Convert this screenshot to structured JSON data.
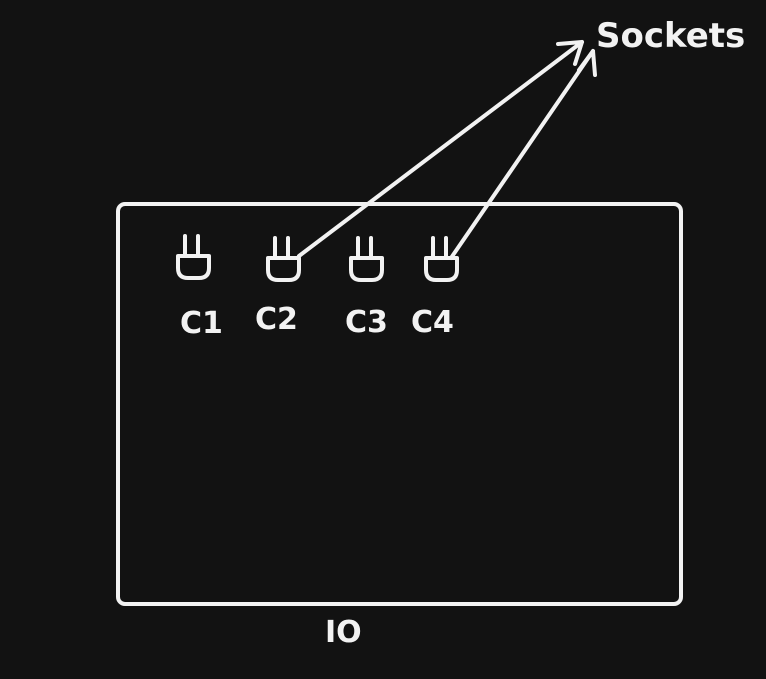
{
  "diagram": {
    "title_label": "Sockets",
    "container_label": "IO",
    "connectors": [
      {
        "label": "C1",
        "linked_to_sockets": false
      },
      {
        "label": "C2",
        "linked_to_sockets": true
      },
      {
        "label": "C3",
        "linked_to_sockets": false
      },
      {
        "label": "C4",
        "linked_to_sockets": true
      }
    ],
    "colors": {
      "background": "#121212",
      "stroke": "#f2f2f2"
    }
  }
}
